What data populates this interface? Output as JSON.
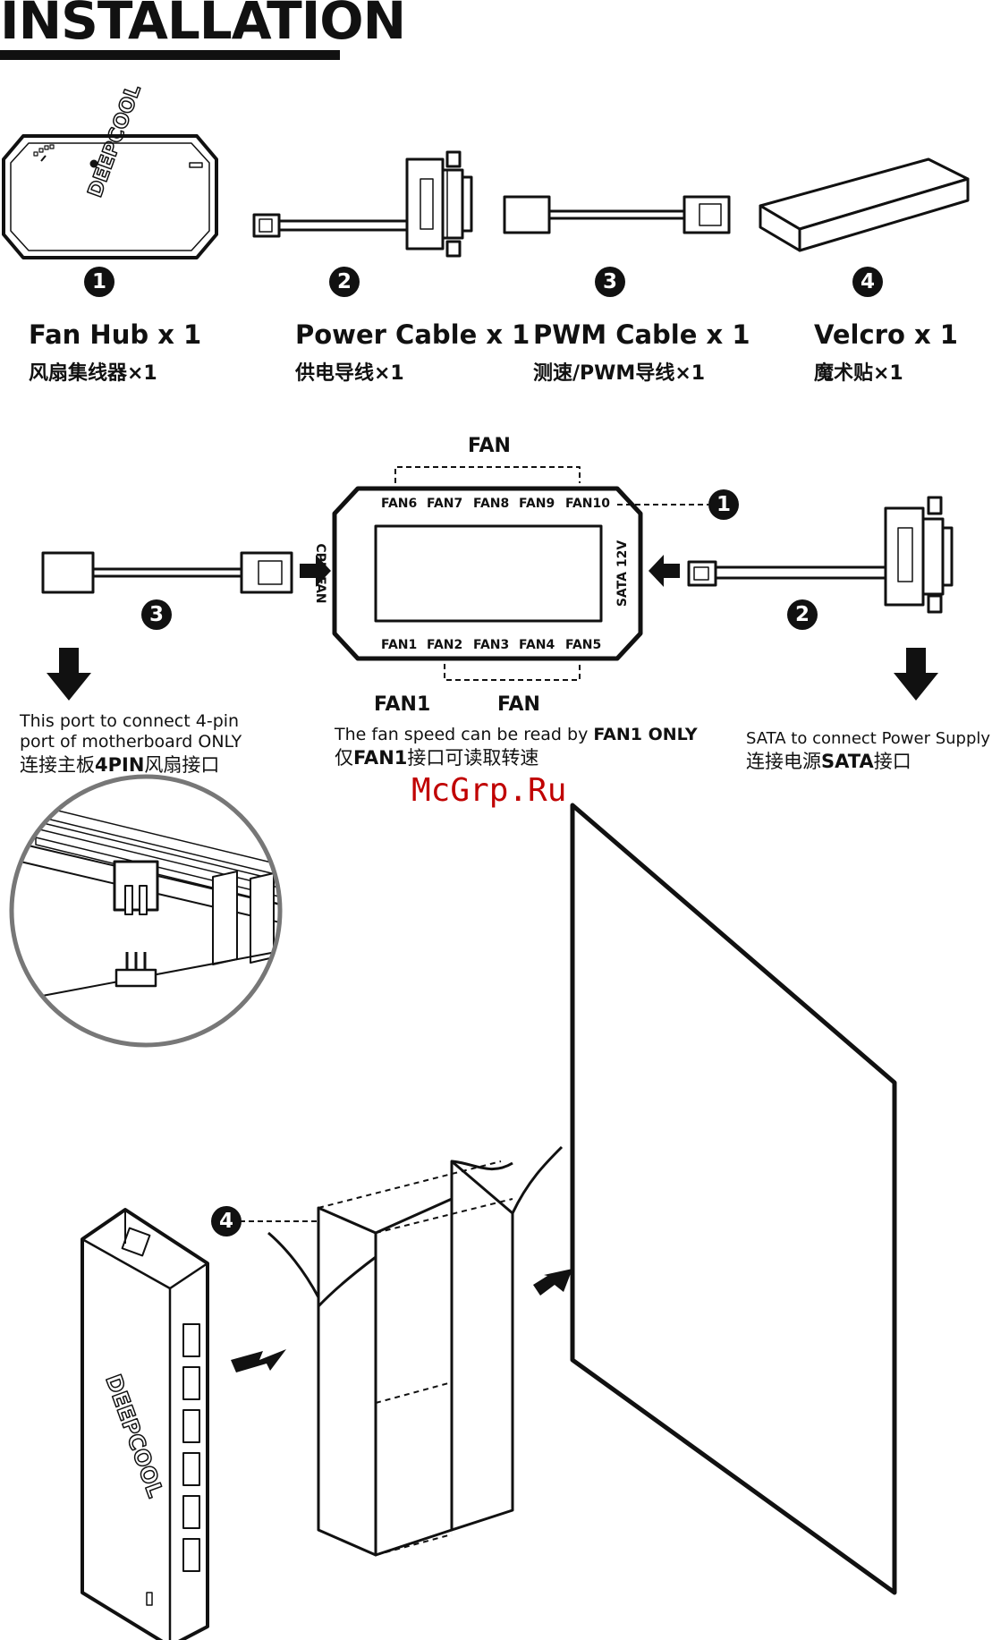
{
  "header": {
    "title": "INSTALLATION"
  },
  "parts": [
    {
      "number": "1",
      "name": "Fan Hub x 1",
      "name_cn": "风扇集线器×1"
    },
    {
      "number": "2",
      "name": "Power Cable x 1",
      "name_cn": "供电导线×1"
    },
    {
      "number": "3",
      "name": "PWM Cable x 1",
      "name_cn": "测速/PWM导线×1"
    },
    {
      "number": "4",
      "name": "Velcro x 1",
      "name_cn": "魔术贴×1"
    }
  ],
  "hub_diagram": {
    "top_group_label": "FAN",
    "top_ports": [
      "FAN6",
      "FAN7",
      "FAN8",
      "FAN9",
      "FAN10"
    ],
    "bottom_ports": [
      "FAN1",
      "FAN2",
      "FAN3",
      "FAN4",
      "FAN5"
    ],
    "left_port": "CPU FAN",
    "right_port": "SATA 12V",
    "bottom_left_label": "FAN1",
    "bottom_group_label": "FAN",
    "hub_callout": "1",
    "pwm_callout": "3",
    "power_callout": "2"
  },
  "notes": {
    "left": {
      "line1": "This port to connect 4-pin",
      "line2": "port of motherboard ONLY",
      "cn_prefix": "连接主板",
      "cn_bold": "4PIN",
      "cn_suffix": "风扇接口"
    },
    "center": {
      "prefix": "The fan speed can be read by ",
      "bold": "FAN1 ONLY",
      "cn_prefix": "仅",
      "cn_bold": "FAN1",
      "cn_suffix": "接口可读取转速"
    },
    "right": {
      "line1": "SATA to connect Power Supply",
      "cn_prefix": "连接电源",
      "cn_bold": "SATA",
      "cn_suffix": "接口"
    }
  },
  "mount_diagram": {
    "velcro_callout": "4",
    "hub_brand": "DEEPCOOL"
  },
  "watermark": "McGrp.Ru",
  "colors": {
    "ink": "#111111",
    "paper": "#ffffff",
    "watermark": "#c00000"
  }
}
